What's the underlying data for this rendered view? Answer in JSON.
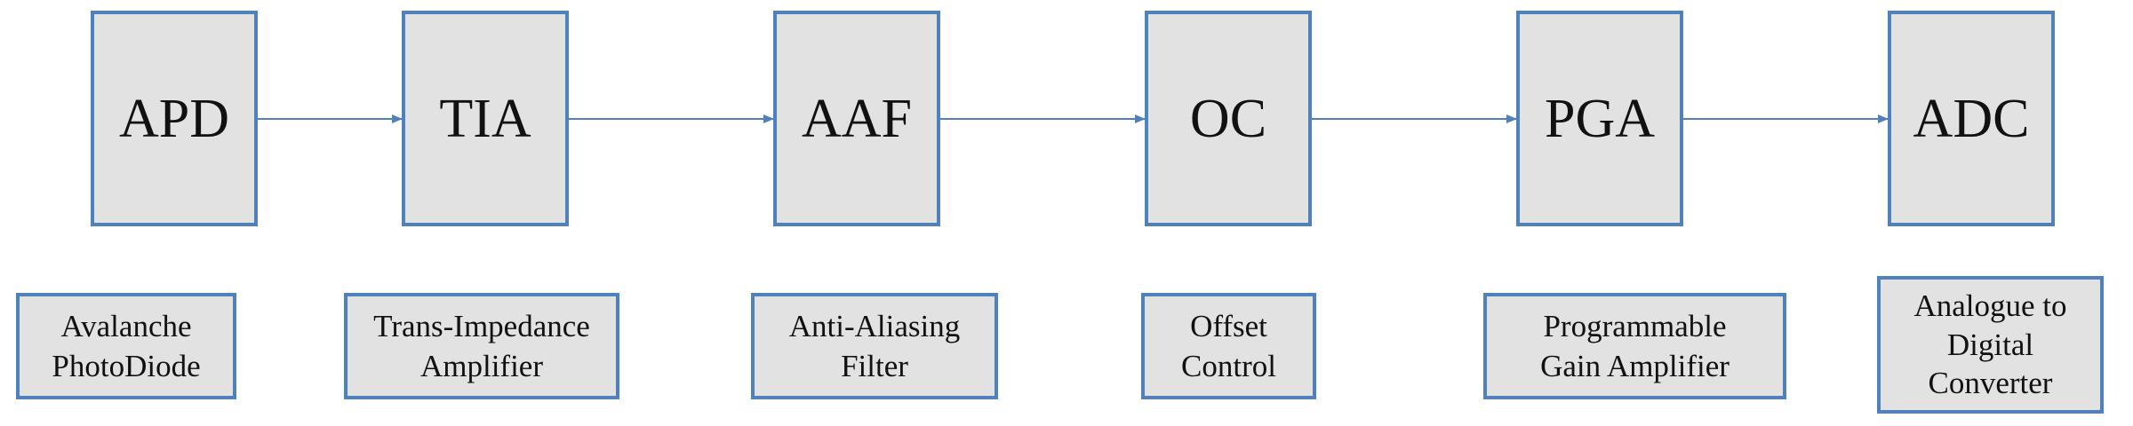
{
  "colors": {
    "box_fill": "#e2e2e2",
    "box_border": "#4f81bd",
    "arrow": "#4f81bd",
    "text": "#111111"
  },
  "blocks": [
    {
      "abbr": "APD",
      "line1": "Avalanche",
      "line2": "PhotoDiode"
    },
    {
      "abbr": "TIA",
      "line1": "Trans-Impedance",
      "line2": "Amplifier"
    },
    {
      "abbr": "AAF",
      "line1": "Anti-Aliasing",
      "line2": "Filter"
    },
    {
      "abbr": "OC",
      "line1": "Offset",
      "line2": "Control"
    },
    {
      "abbr": "PGA",
      "line1": "Programmable",
      "line2": "Gain Amplifier"
    },
    {
      "abbr": "ADC",
      "line1": "Analogue to",
      "line2": "Digital",
      "line3": "Converter"
    }
  ]
}
